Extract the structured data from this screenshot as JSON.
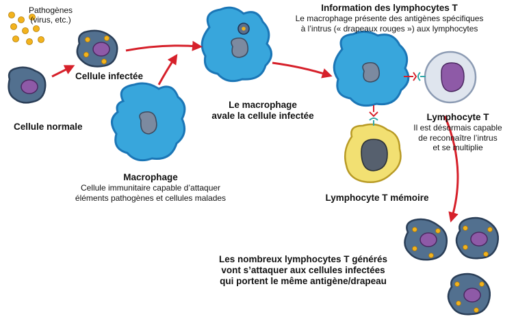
{
  "colors": {
    "macrophage": "#38a6dc",
    "macrophage_dark": "#1b76b6",
    "cell": "#52708f",
    "cell_dark": "#2a3e57",
    "nucleus": "#8e5aa7",
    "pathogen": "#f3b31d",
    "lymphocyte": "#dfe5ee",
    "memory": "#f2e072",
    "arrow": "#d6202a",
    "receptor": "#2fa7a7",
    "antigen": "#d6202a"
  },
  "labels": {
    "pathogens": {
      "line1": "Pathogènes",
      "line2": "(virus, etc.)"
    },
    "normal_cell": "Cellule normale",
    "infected_cell": "Cellule infectée",
    "macrophage": {
      "title": "Macrophage",
      "line1": "Cellule immunitaire capable d’attaquer",
      "line2": "éléments pathogènes et cellules malades"
    },
    "engulf": {
      "line1": "Le macrophage",
      "line2": "avale la cellule infectée"
    },
    "info": {
      "title": "Information des lymphocytes T",
      "line1": "Le macrophage présente des antigènes spécifiques",
      "line2": "à l’intrus (« drapeaux rouges ») aux lymphocytes"
    },
    "lymphocyte": {
      "title": "Lymphocyte T",
      "line1": "Il est désormais capable",
      "line2": "de reconnaître l’intrus",
      "line3": "et se multiplie"
    },
    "memory": "Lymphocyte T mémoire",
    "attack": {
      "line1": "Les nombreux lymphocytes T générés",
      "line2": "vont s’attaquer aux cellules infectées",
      "line3": "qui portent le même antigène/drapeau"
    }
  }
}
